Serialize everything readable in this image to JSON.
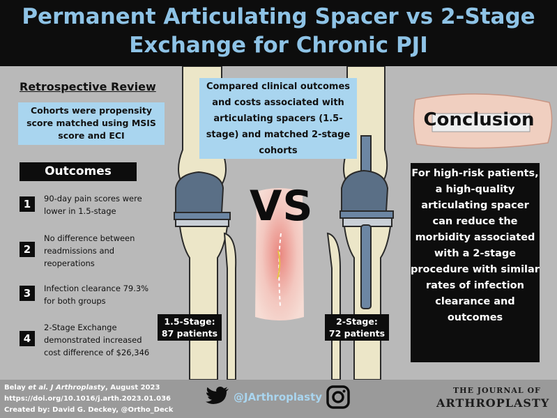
{
  "header": {
    "title_line1": "Permanent Articulating Spacer vs 2-Stage",
    "title_line2": "Exchange for Chronic PJI"
  },
  "left": {
    "review_title": "Retrospective Review",
    "cohort_text": "Cohorts were propensity score matched using MSIS score and ECI",
    "outcomes_label": "Outcomes",
    "outcomes": [
      {
        "num": "1",
        "text": "90-day pain scores were lower in 1.5-stage"
      },
      {
        "num": "2",
        "text": "No difference between readmissions and reoperations"
      },
      {
        "num": "3",
        "text": "Infection clearance 79.3% for both groups"
      },
      {
        "num": "4",
        "text": "2-Stage Exchange demonstrated increased cost difference of $26,346"
      }
    ]
  },
  "center": {
    "compared_text": "Compared clinical outcomes and costs associated with articulating spacers (1.5-stage) and matched 2-stage cohorts",
    "vs_label": "VS",
    "left_count_line1": "1.5-Stage:",
    "left_count_line2": "87 patients",
    "right_count_line1": "2-Stage:",
    "right_count_line2": "72 patients"
  },
  "right": {
    "conclusion_title": "Conclusion",
    "conclusion_text": "For high-risk patients,  a high-quality articulating spacer can reduce the morbidity associated with a 2-stage procedure with similar rates of infection clearance and outcomes"
  },
  "footer": {
    "citation_author": "Belay ",
    "citation_etal": "et al. J Arthroplasty",
    "citation_date": ", August 2023",
    "doi": "https://doi.org/10.1016/j.arth.2023.01.036",
    "created_by": "Created by: David G. Deckey, @Ortho_Deck",
    "handle": "@JArthroplasty",
    "journal_line1": "THE JOURNAL OF",
    "journal_line2": "ARTHROPLASTY"
  },
  "colors": {
    "title_blue": "#8ec3e6",
    "box_blue": "#a9d5ef",
    "background_gray": "#b9b9b9",
    "dark": "#0d0d0d"
  },
  "icons": [
    "twitter-icon",
    "instagram-icon",
    "knee-implant-illustration",
    "knee-incision-illustration",
    "bandage-illustration"
  ]
}
